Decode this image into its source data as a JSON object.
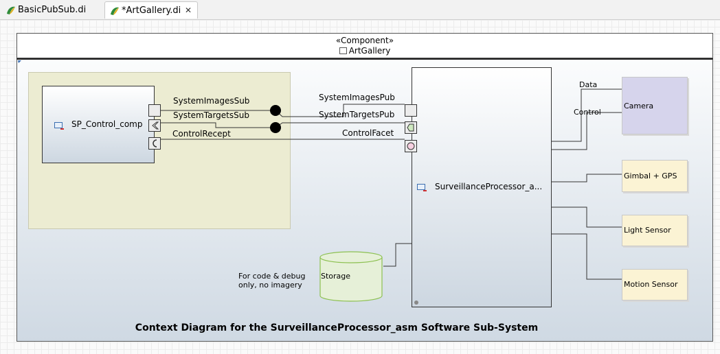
{
  "tabs": [
    {
      "label": "BasicPubSub.di",
      "active": false
    },
    {
      "label": "*ArtGallery.di",
      "active": true
    }
  ],
  "component": {
    "stereotype": "«Component»",
    "name": "ArtGallery"
  },
  "parts": {
    "sp_control": {
      "name": "SP_Control_comp"
    },
    "surveillance": {
      "name": "SurveillanceProcessor_a..."
    }
  },
  "sp_ports": [
    "SystemImagesSub",
    "SystemTargetsSub",
    "ControlRecept"
  ],
  "surv_ports": [
    "SystemImagesPub",
    "SystemTargetsPub",
    "ControlFacet"
  ],
  "externals": {
    "camera": "Camera",
    "gimbal": "Gimbal + GPS",
    "light": "Light Sensor",
    "motion": "Motion Sensor"
  },
  "connector_labels": {
    "data": "Data",
    "control": "Control"
  },
  "storage": {
    "name": "Storage",
    "note_line1": "For code & debug",
    "note_line2": "only, no imagery"
  },
  "caption": "Context Diagram for the SurveillanceProcessor_asm Software Sub-System",
  "colors": {
    "region": "#ececd2",
    "external": "#fbf3d4",
    "camera": "#d6d4ec",
    "storage": "#e6f0d8",
    "storage_border": "#8cc050"
  }
}
